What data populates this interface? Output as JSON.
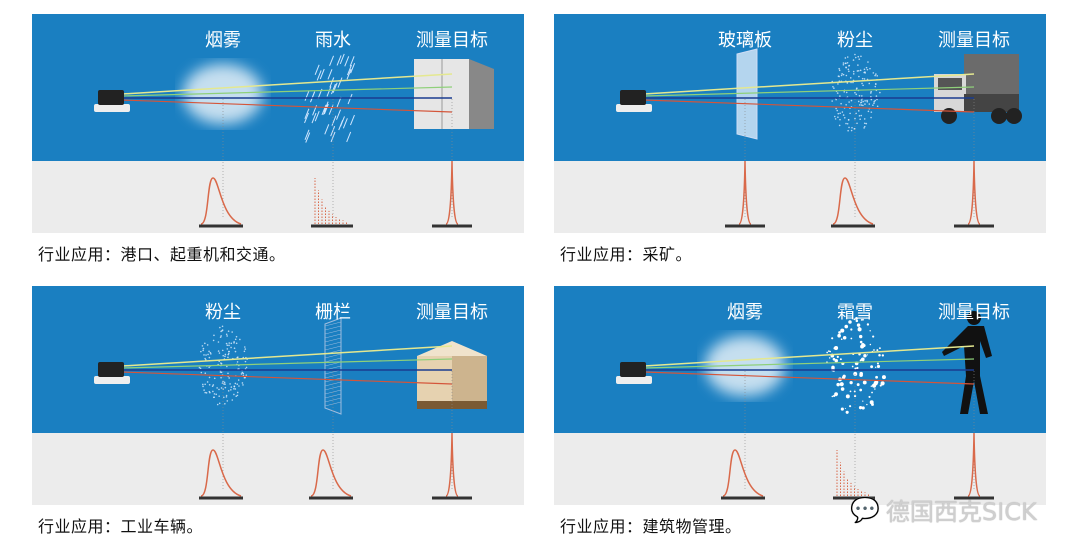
{
  "panels": [
    {
      "labels": [
        "烟雾",
        "雨水",
        "测量目标"
      ],
      "obstacles": [
        "fog",
        "rain",
        "box"
      ],
      "peaks": [
        "wide",
        "dotted",
        "sharp"
      ],
      "caption": "行业应用：港口、起重机和交通。"
    },
    {
      "labels": [
        "玻璃板",
        "粉尘",
        "测量目标"
      ],
      "obstacles": [
        "glass",
        "dust",
        "truck"
      ],
      "peaks": [
        "sharp",
        "wide",
        "sharp"
      ],
      "caption": "行业应用：采矿。"
    },
    {
      "labels": [
        "粉尘",
        "栅栏",
        "测量目标"
      ],
      "obstacles": [
        "dust",
        "fence",
        "boxes"
      ],
      "peaks": [
        "wide",
        "wide",
        "sharp"
      ],
      "caption": "行业应用：工业车辆。"
    },
    {
      "labels": [
        "烟雾",
        "霜雪",
        "测量目标"
      ],
      "obstacles": [
        "fog",
        "snow",
        "person"
      ],
      "peaks": [
        "wide",
        "dotted",
        "sharp"
      ],
      "caption": "行业应用：建筑物管理。"
    }
  ],
  "watermark": "德国西克SICK",
  "colors": {
    "blue": "#1a7fc1",
    "gray": "#ececec",
    "peak": "#d9694a"
  }
}
